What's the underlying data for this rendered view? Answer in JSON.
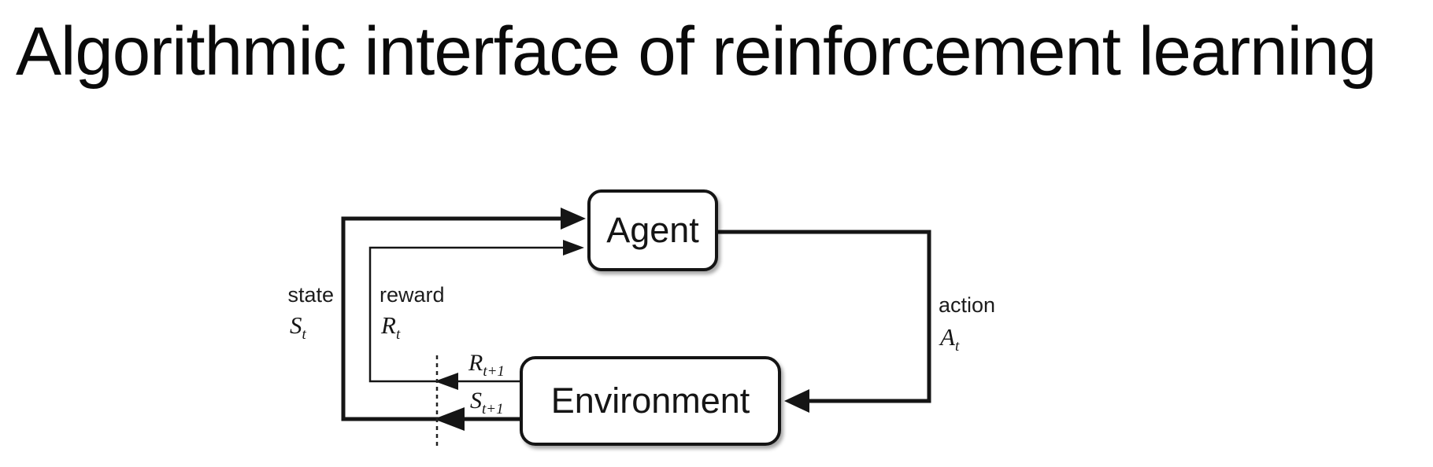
{
  "title": "Algorithmic interface of reinforcement learning",
  "diagram": {
    "nodes": {
      "agent_label": "Agent",
      "environment_label": "Environment"
    },
    "labels": {
      "state_word": "state",
      "state_symbol": "S",
      "state_subscript": "t",
      "reward_word": "reward",
      "reward_symbol": "R",
      "reward_subscript": "t",
      "action_word": "action",
      "action_symbol": "A",
      "action_subscript": "t",
      "next_reward_symbol": "R",
      "next_reward_subscript": "t+1",
      "next_state_symbol": "S",
      "next_state_subscript": "t+1"
    },
    "edges": [
      {
        "name": "state-loop",
        "from": "Environment",
        "to": "Agent",
        "meaning": "state S_t fed back to agent"
      },
      {
        "name": "reward-loop",
        "from": "Environment",
        "to": "Agent",
        "meaning": "reward R_t fed back to agent"
      },
      {
        "name": "action-loop",
        "from": "Agent",
        "to": "Environment",
        "meaning": "action A_t applied to environment"
      }
    ],
    "colors": {
      "stroke": "#151515",
      "background": "#ffffff"
    }
  }
}
